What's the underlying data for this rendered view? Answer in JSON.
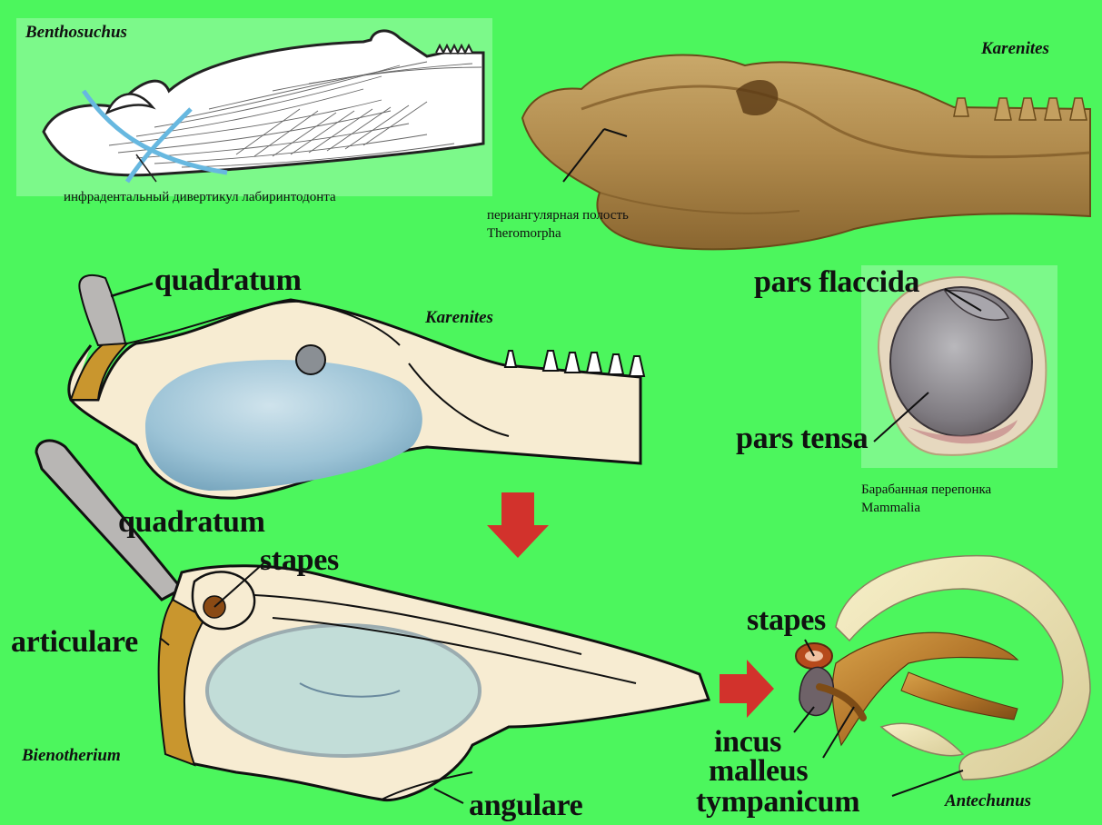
{
  "colors": {
    "background": "#4cf65d",
    "panel_light": "#7cf98a",
    "bone_cream": "#f7ecd2",
    "bone_tan": "#c79a5a",
    "cavity_blue": "#8fb9cf",
    "quadratum_gray": "#b8b6b4",
    "arrow_red": "#d2322c",
    "articulare_gold": "#c9962e",
    "stapes_brown": "#8a4a14"
  },
  "labels": {
    "benthosuchus": "Benthosuchus",
    "infradental": "инфрадентальный дивертикул лабиринтодонта",
    "karenites_top": "Karenites",
    "periangular_1": "периангулярная полость",
    "periangular_2": "Theromorpha",
    "quadratum_1": "quadratum",
    "karenites_mid": "Karenites",
    "pars_flaccida": "pars flaccida",
    "pars_tensa": "pars tensa",
    "tympanic_1": "Барабанная перепонка",
    "tympanic_2": "Mammalia",
    "quadratum_2": "quadratum",
    "stapes_left": "stapes",
    "articulare": "articulare",
    "bienotherium": "Bienotherium",
    "angulare": "angulare",
    "stapes_right": "stapes",
    "incus": "incus",
    "malleus": "malleus",
    "tympanicum": "tympanicum",
    "antechunus": "Antechunus"
  },
  "icons": [
    "down-arrow-icon",
    "right-arrow-icon"
  ]
}
